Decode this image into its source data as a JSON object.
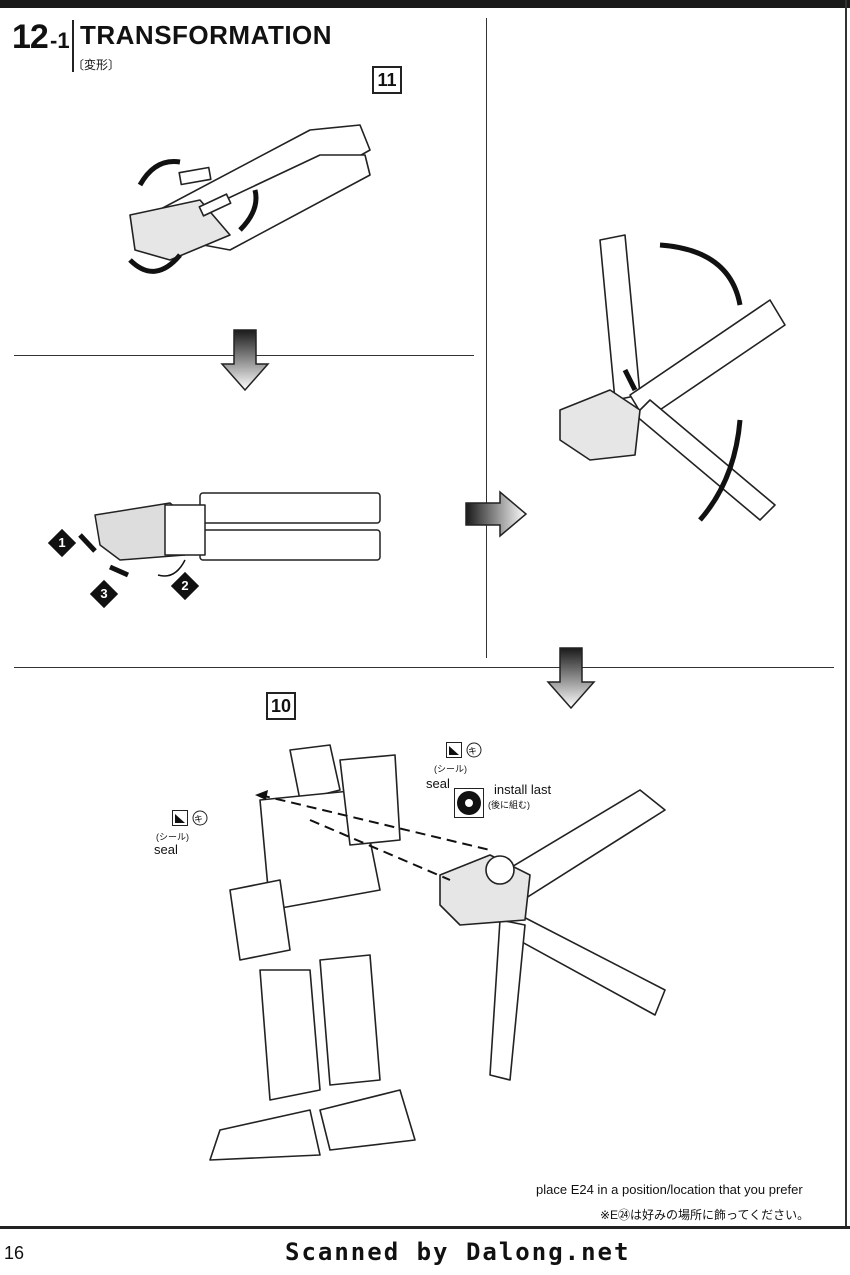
{
  "header": {
    "step_number": "12",
    "step_sub": "-1",
    "title": "TRANSFORMATION",
    "title_jp": "〔変形〕"
  },
  "callouts": {
    "box_top": "11",
    "box_bottom": "10"
  },
  "badges": [
    "1",
    "2",
    "3"
  ],
  "labels": {
    "seal_jp_right": "(シール)",
    "seal_en_right": "seal",
    "seal_jp_left": "(シール)",
    "seal_en_left": "seal",
    "install_last_en": "install last",
    "install_last_jp": "(後に組む)",
    "sticker_glyph": "キ"
  },
  "notes": {
    "e24_en": "place E24 in a position/location that you prefer",
    "e24_jp": "※E㉔は好みの場所に飾ってください。"
  },
  "footer": {
    "page_number": "16",
    "credit": "Scanned by Dalong.net"
  },
  "colors": {
    "ink": "#111111",
    "arrow_gradient_dark": "#1a1a1a",
    "arrow_gradient_light": "#ffffff"
  }
}
